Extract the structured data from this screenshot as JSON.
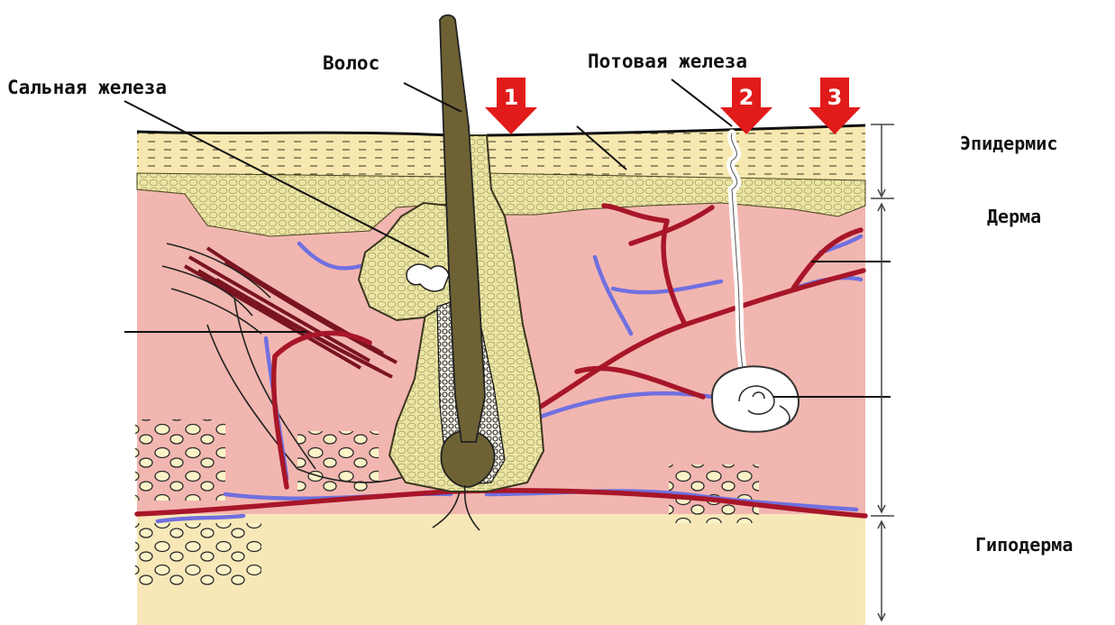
{
  "labels": {
    "hair": "Волос",
    "sebaceous_gland": "Сальная железа",
    "sweat_gland": "Потовая железа",
    "epidermis": "Эпидермис",
    "dermis": "Дерма",
    "hypodermis": "Гиподерма"
  },
  "markers": [
    "1",
    "2",
    "3"
  ],
  "colors": {
    "epidermis": "#f7e8b0",
    "dermis": "#f2b6b0",
    "hypodermis": "#f8e8b8",
    "follicle": "#ebe6a8",
    "hair_shaft": "#6e6235",
    "artery": "#a81628",
    "vein": "#7070e0",
    "marker_arrow": "#e11a1a"
  }
}
